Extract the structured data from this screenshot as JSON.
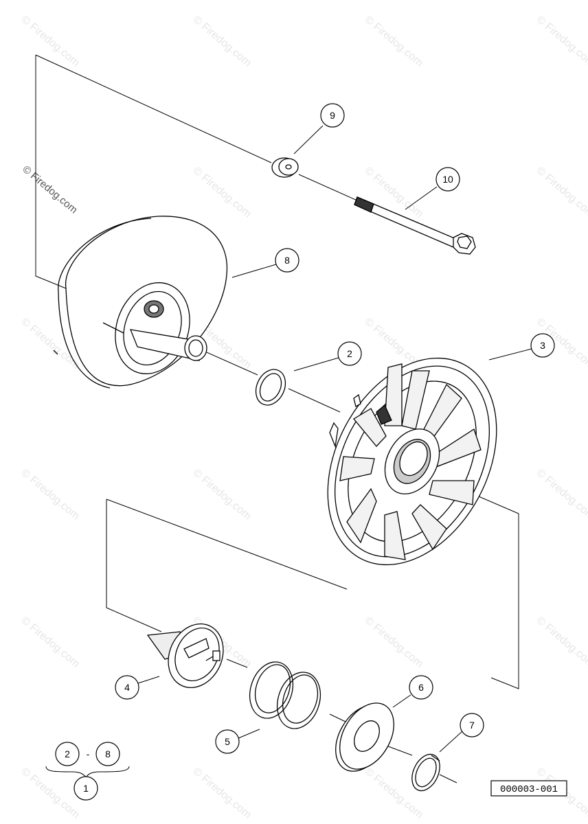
{
  "watermark": "© Firedog.com",
  "reference_code": "000003-001",
  "callouts": [
    {
      "id": "1",
      "label": "1"
    },
    {
      "id": "2",
      "label": "2"
    },
    {
      "id": "3",
      "label": "3"
    },
    {
      "id": "4",
      "label": "4"
    },
    {
      "id": "5",
      "label": "5"
    },
    {
      "id": "6",
      "label": "6"
    },
    {
      "id": "7",
      "label": "7"
    },
    {
      "id": "8",
      "label": "8"
    },
    {
      "id": "9",
      "label": "9"
    },
    {
      "id": "10",
      "label": "10"
    }
  ],
  "range_group": {
    "from": "2",
    "separator": "-",
    "to": "8",
    "assembly": "1"
  },
  "colors": {
    "line": "#000000",
    "watermark": "#e6e6e6",
    "background": "#ffffff"
  }
}
